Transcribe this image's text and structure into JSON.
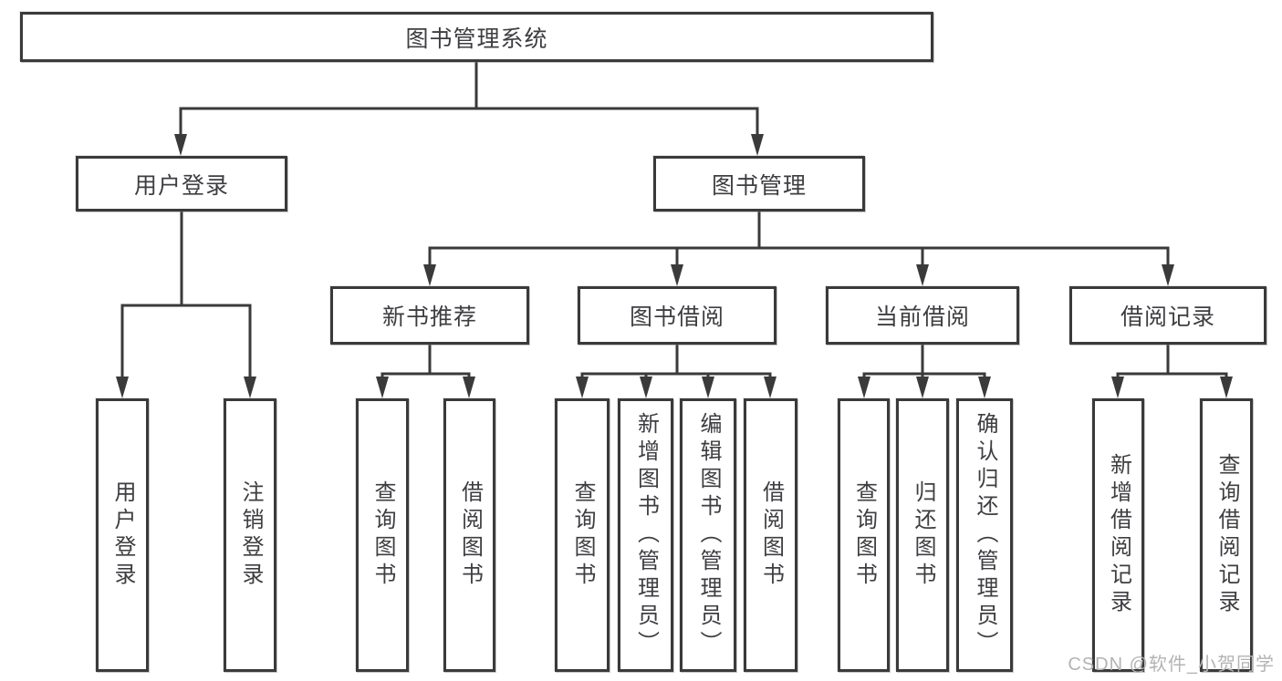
{
  "diagram": {
    "root": {
      "label": "图书管理系统"
    },
    "user_login": {
      "label": "用户登录",
      "children": [
        {
          "label": "用户登录"
        },
        {
          "label": "注销登录"
        }
      ]
    },
    "book_mgmt": {
      "label": "图书管理",
      "sections": [
        {
          "label": "新书推荐",
          "children": [
            {
              "label": "查询图书"
            },
            {
              "label": "借阅图书"
            }
          ]
        },
        {
          "label": "图书借阅",
          "children": [
            {
              "label": "查询图书"
            },
            {
              "label": "新增图书（管理员）"
            },
            {
              "label": "编辑图书（管理员）"
            },
            {
              "label": "借阅图书"
            }
          ]
        },
        {
          "label": "当前借阅",
          "children": [
            {
              "label": "查询图书"
            },
            {
              "label": "归还图书"
            },
            {
              "label": "确认归还（管理员）"
            }
          ]
        },
        {
          "label": "借阅记录",
          "children": [
            {
              "label": "新增借阅记录"
            },
            {
              "label": "查询借阅记录"
            }
          ]
        }
      ]
    },
    "line_color": "#3a3a3a"
  },
  "watermark": {
    "text": "CSDN @软件_小贺同学"
  }
}
